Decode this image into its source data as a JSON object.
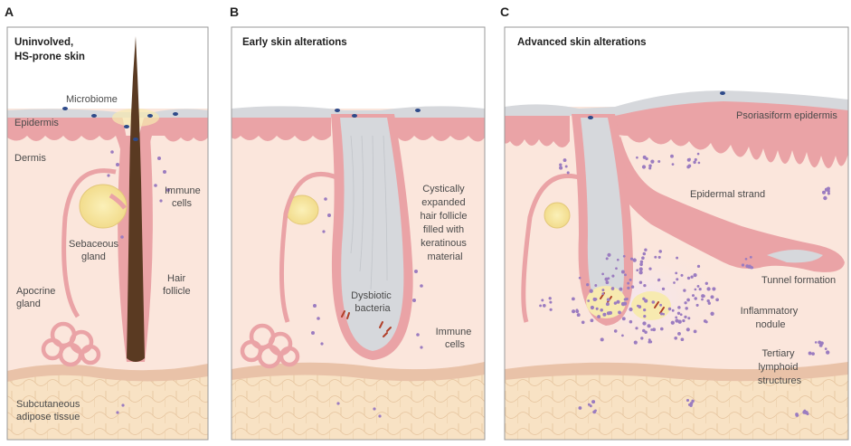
{
  "panels": [
    {
      "letter": "A",
      "title": [
        "Uninvolved,",
        "HS-prone skin"
      ],
      "labels": {
        "microbiome": "Microbiome",
        "epidermis": "Epidermis",
        "dermis": "Dermis",
        "immune_cells": [
          "Immune",
          "cells"
        ],
        "sebaceous_gland": [
          "Sebaceous",
          "gland"
        ],
        "apocrine_gland": [
          "Apocrine",
          "gland"
        ],
        "hair_follicle": [
          "Hair",
          "follicle"
        ],
        "subcutaneous": [
          "Subcutaneous",
          "adipose tissue"
        ]
      }
    },
    {
      "letter": "B",
      "title": [
        "Early skin alterations"
      ],
      "labels": {
        "cystic": [
          "Cystically",
          "expanded",
          "hair follicle",
          "filled with",
          "keratinous",
          "material"
        ],
        "dysbiotic": [
          "Dysbiotic",
          "bacteria"
        ],
        "immune_cells": [
          "Immune",
          "cells"
        ]
      }
    },
    {
      "letter": "C",
      "title": [
        "Advanced skin alterations"
      ],
      "labels": {
        "psoriasiform": "Psoriasiform epidermis",
        "epidermal_strand": "Epidermal strand",
        "tunnel": "Tunnel formation",
        "inflammatory": [
          "Inflammatory",
          "nodule"
        ],
        "tertiary": [
          "Tertiary",
          "lymphoid",
          "structures"
        ]
      }
    }
  ],
  "colors": {
    "dermis": "#fbe6dc",
    "epidermis": "#eaa3a6",
    "stratum": "#d6d8dc",
    "adipose": "#f8dfbd",
    "hair": "#5a3a22",
    "immune": "#9b7cc0",
    "bacteria": "#b0402a",
    "microbiome": "#2e4a8a"
  }
}
